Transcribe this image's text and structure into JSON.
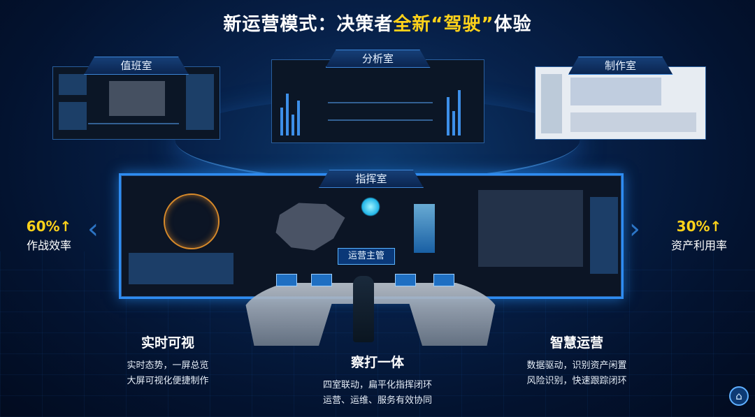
{
  "title": {
    "part1": "新运营模式：决策者",
    "highlight": "全新“驾驶”",
    "part2": "体验"
  },
  "rooms": {
    "duty": "值班室",
    "analysis": "分析室",
    "make": "制作室",
    "command": "指挥室",
    "ops_label": "运营主管"
  },
  "metrics": {
    "left": {
      "value": "60%↑",
      "label": "作战效率"
    },
    "right": {
      "value": "30%↑",
      "label": "资产利用率"
    }
  },
  "features": {
    "realtime": {
      "heading": "实时可视",
      "line1": "实时态势，一屏总览",
      "line2": "大屏可视化便捷制作"
    },
    "integrated": {
      "heading": "察打一体",
      "line1": "四室联动，扁平化指挥闭环",
      "line2": "运营、运维、服务有效协同"
    },
    "smart": {
      "heading": "智慧运营",
      "line1": "数据驱动，识别资产闲置",
      "line2": "风险识别，快速跟踪闭环"
    }
  },
  "icons": {
    "home": "home-icon",
    "left_chevron": "chevron-left-icon",
    "right_chevron": "chevron-right-icon"
  },
  "colors": {
    "highlight": "#ffd21a",
    "accent": "#2e8cf2"
  }
}
